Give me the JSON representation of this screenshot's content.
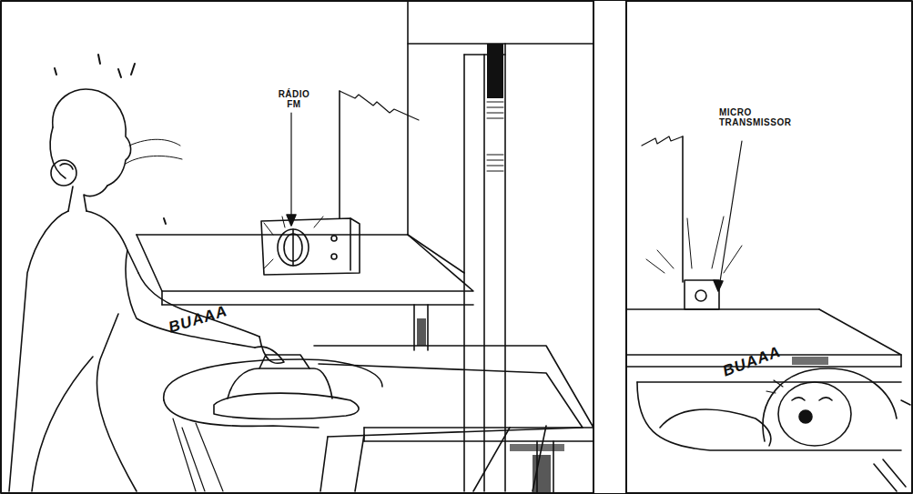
{
  "diagram": {
    "labels": [
      "RÁDIO FM",
      "BUAAA",
      "MICRO TRANSMISSOR",
      "BUAAA"
    ]
  }
}
